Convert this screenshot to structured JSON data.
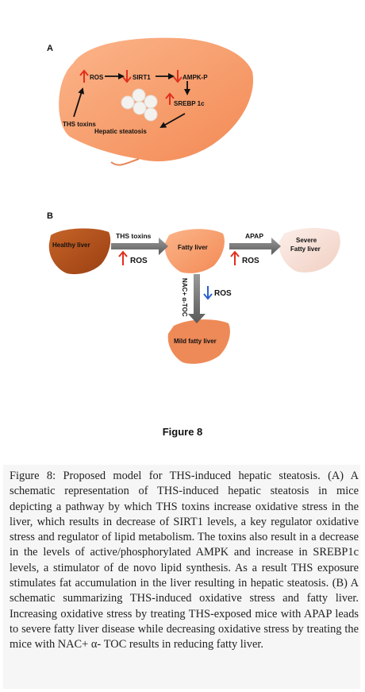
{
  "panel_a": {
    "letter": "A",
    "nodes": {
      "ros": "ROS",
      "sirt1": "SIRT1",
      "ampk": "AMPK-P",
      "srebp": "SREBP 1c",
      "toxins": "THS toxins",
      "steatosis": "Hepatic steatosis"
    }
  },
  "panel_b": {
    "letter": "B",
    "healthy": "Healthy liver",
    "fatty": "Fatty  liver",
    "severe_line1": "Severe",
    "severe_line2": "Fatty  liver",
    "mild": "Mild fatty liver",
    "ths_toxins": "THS toxins",
    "apap": "APAP",
    "nac": "NAC+ α-TOC",
    "ros1": "ROS",
    "ros2": "ROS",
    "ros3": "ROS"
  },
  "figure_label": "Figure 8",
  "caption": {
    "label": "Figure 8:",
    "text": "Proposed model for THS-induced hepatic steatosis. (A) A schematic representation of THS-induced hepatic steatosis in mice depicting a pathway by which THS toxins increase oxidative stress in the liver, which results in decrease of SIRT1 levels, a key regulator oxidative stress and regulator of lipid metabolism. The toxins also result in a decrease in the levels of active/phosphorylated AMPK and increase in SREBP1c levels, a stimulator of de novo lipid synthesis. As a result THS exposure stimulates fat accumulation in the liver resulting in hepatic steatosis. (B) A schematic summarizing THS-induced oxidative stress and fatty liver. Increasing oxidative stress by treating THS-exposed mice with APAP leads to severe fatty liver disease while decreasing oxidative stress by treating the mice with NAC+ α- TOC results in reducing fatty liver."
  },
  "colors": {
    "liver_main": "#f7a06e",
    "healthy": "#b5521c",
    "severe": "#f8e4dc",
    "mild": "#ee8a58",
    "up_arrow": "#e0301e",
    "down_arrow_red": "#e0301e",
    "down_arrow_blue": "#2a5fd0"
  }
}
